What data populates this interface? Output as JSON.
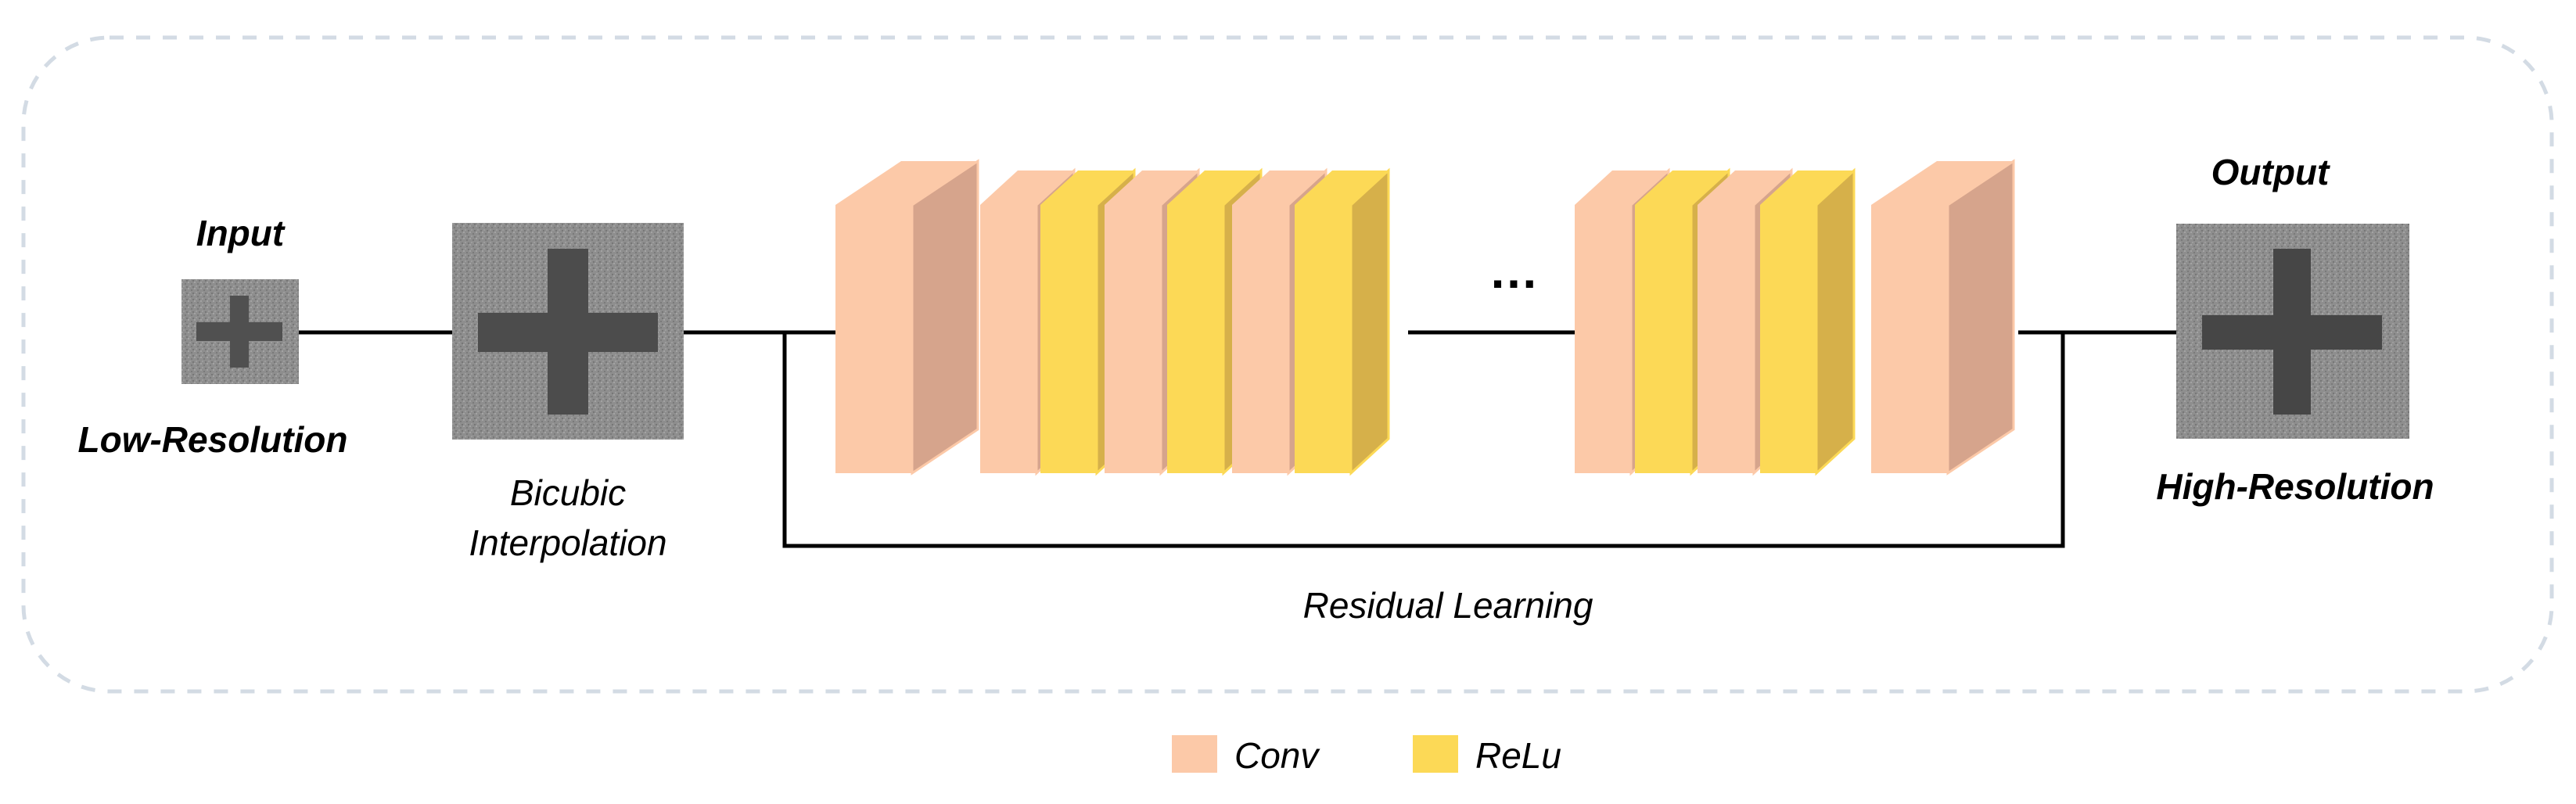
{
  "input": {
    "title": "Input",
    "caption": "Low-Resolution"
  },
  "interpolation": {
    "caption_line1": "Bicubic",
    "caption_line2": "Interpolation"
  },
  "output": {
    "title": "Output",
    "caption": "High-Resolution"
  },
  "residual": {
    "label": "Residual Learning"
  },
  "ellipsis": "…",
  "legend": [
    {
      "label": "Conv",
      "color": "#fcc9a8"
    },
    {
      "label": "ReLu",
      "color": "#fcd956"
    }
  ],
  "colors": {
    "conv_front": "#fcc9a8",
    "conv_side": "#d6a48c",
    "relu_front": "#fcd956",
    "relu_side": "#d6b04a",
    "frame": "#d3dbe4",
    "patch_bg": "#8c8c8c",
    "cross": "#4f4f4f"
  },
  "network": {
    "group_start": [
      "conv_wide",
      "conv",
      "relu",
      "conv",
      "relu",
      "conv",
      "relu"
    ],
    "group_end": [
      "conv",
      "relu",
      "conv",
      "relu",
      "conv_wide"
    ]
  }
}
